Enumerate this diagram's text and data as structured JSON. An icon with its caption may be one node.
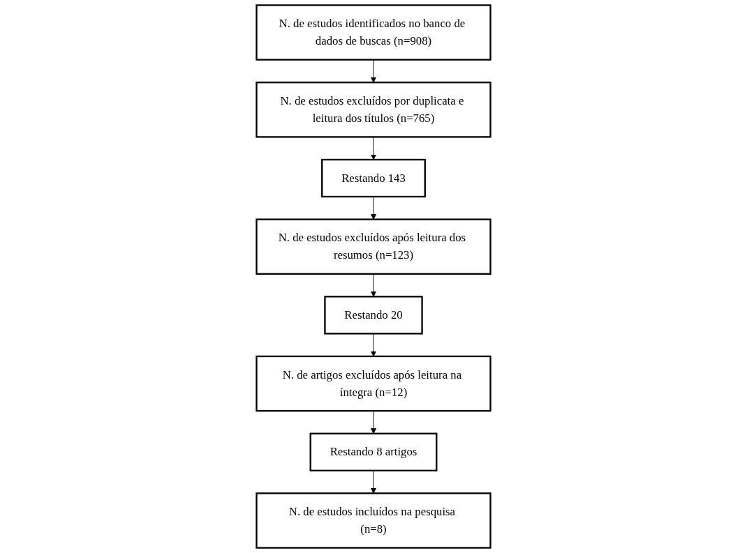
{
  "diagram": {
    "nodes": [
      {
        "text": [
          "N. de estudos identificados no banco de dados de buscas (n=908)"
        ]
      },
      {
        "text": [
          "N. de estudos excluídos por duplicata e leitura dos títulos (n=765)"
        ]
      },
      {
        "text": [
          "Restando 143"
        ]
      },
      {
        "text": [
          "N. de estudos excluídos após leitura dos resumos (n=123)"
        ]
      },
      {
        "text": [
          "Restando 20"
        ]
      },
      {
        "text": [
          "N. de artigos excluídos após leitura na íntegra (n=12)"
        ]
      },
      {
        "text": [
          "Restando 8 artigos"
        ]
      },
      {
        "text": [
          "N. de estudos incluídos na pesquisa (n=8)"
        ]
      }
    ],
    "edges": [
      {
        "from": 0,
        "to": 1,
        "arrow": "to"
      },
      {
        "from": 1,
        "to": 2,
        "arrow": "to"
      },
      {
        "from": 2,
        "to": 3,
        "arrow": "to"
      },
      {
        "from": 3,
        "to": 4,
        "arrow": "to"
      },
      {
        "from": 4,
        "to": 5,
        "arrow": "to"
      },
      {
        "from": 5,
        "to": 6,
        "arrow": "to"
      },
      {
        "from": 6,
        "to": 7,
        "arrow": "to"
      }
    ]
  }
}
